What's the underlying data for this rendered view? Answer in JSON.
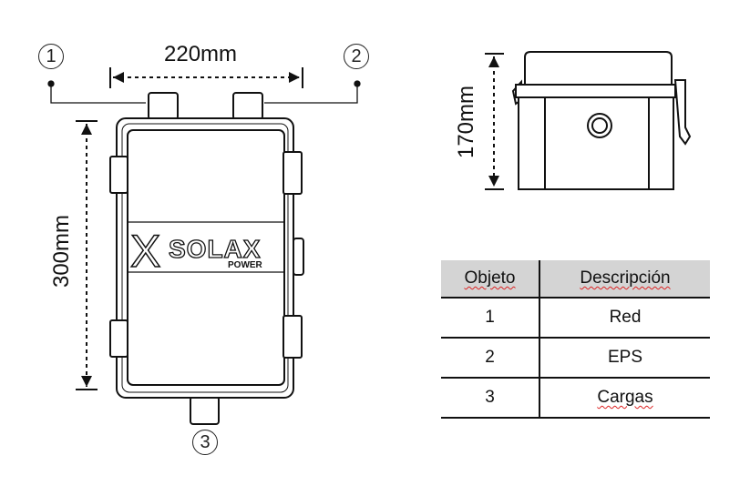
{
  "front_view": {
    "width_label": "220mm",
    "height_label": "300mm",
    "brand_logo": "SOLAX",
    "brand_sub": "POWER",
    "markers": [
      "1",
      "2",
      "3"
    ]
  },
  "side_view": {
    "depth_label": "170mm"
  },
  "legend_table": {
    "headers": [
      "Objeto",
      "Descripción"
    ],
    "rows": [
      {
        "item": "1",
        "description": "Red"
      },
      {
        "item": "2",
        "description": "EPS"
      },
      {
        "item": "3",
        "description": "Cargas"
      }
    ]
  }
}
